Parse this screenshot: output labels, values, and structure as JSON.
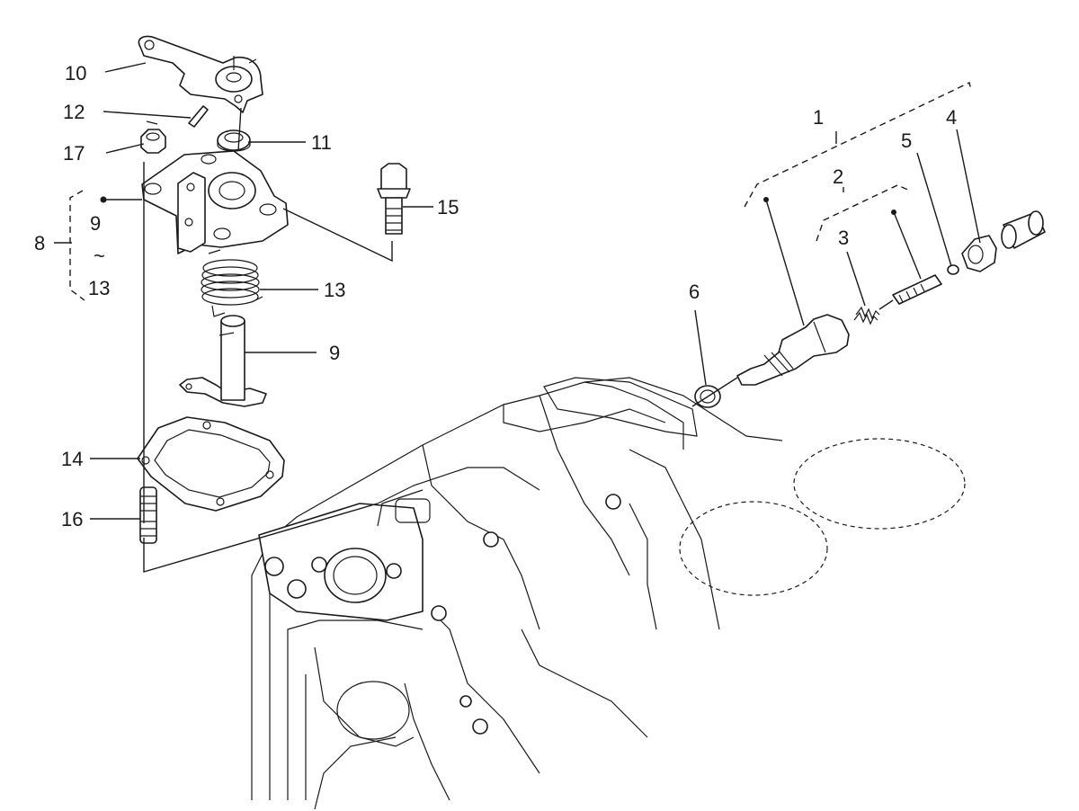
{
  "callouts": {
    "c1": "1",
    "c2": "2",
    "c3": "3",
    "c4": "4",
    "c5": "5",
    "c6": "6",
    "c8": "8",
    "c9_group": "9",
    "c_tilde": "~",
    "c13_group": "13",
    "c9": "9",
    "c10": "10",
    "c11": "11",
    "c12": "12",
    "c13": "13",
    "c14": "14",
    "c15": "15",
    "c16": "16",
    "c17": "17"
  }
}
